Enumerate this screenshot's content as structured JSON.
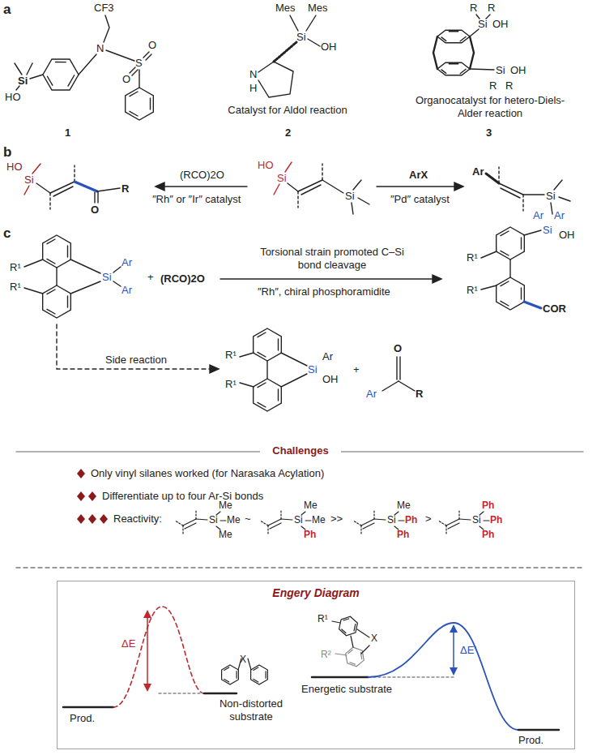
{
  "diagram": {
    "nodes": [
      {
        "text": [
          "Engery Diagram"
        ]
      }
    ],
    "edges": [],
    "labels": [
      "a",
      "Si",
      "HO",
      "N",
      "CF3",
      "S",
      "O",
      "O",
      "1",
      "Mes",
      "Mes",
      "Si",
      "OH",
      "N",
      "H",
      "Catalyst for Aldol reaction",
      "2",
      "R",
      "R",
      "Si",
      "OH",
      "Si",
      "OH",
      "R",
      "R",
      "Organocatalyst for hetero-Diels-Alder reaction",
      "3",
      "b",
      "HO",
      "Si",
      "O",
      "R",
      "(RCO)2O",
      "″Rh″ or ″Ir″ catalyst",
      "HO",
      "Si",
      "Si",
      "ArX",
      "″Pd″ catalyst",
      "Ar",
      "Si",
      "c",
      "R¹",
      "R¹",
      "Si",
      "Ar",
      "Ar",
      "+",
      "(RCO)2O",
      "Torsional strain promoted C–Si bond cleavage",
      "″Rh″, chiral phosphoramidite",
      "R¹",
      "R¹",
      "Ar",
      "Ar",
      "Si",
      "OH",
      "COR",
      "Side reaction",
      "R¹",
      "R¹",
      "Ar",
      "Si",
      "OH",
      "+",
      "O",
      "Ar",
      "R",
      "Challenges",
      "Only vinyl silanes worked (for Narasaka Acylation)",
      "Differentiate up to four Ar-Si bonds",
      "Reactivity:",
      "Si",
      "Me",
      "Me",
      "Me",
      "~",
      "Si",
      "Me",
      "Me",
      "Ph",
      ">>",
      "Si",
      "Me",
      "Ph",
      "Ph",
      ">",
      "Si",
      "Ph",
      "Ph",
      "Ph",
      "Prod.",
      "ΔE",
      "X",
      "Non-distorted substrate",
      "R¹",
      "R²",
      "X",
      "Energetic substrate",
      "ΔE′",
      "Prod."
    ]
  }
}
